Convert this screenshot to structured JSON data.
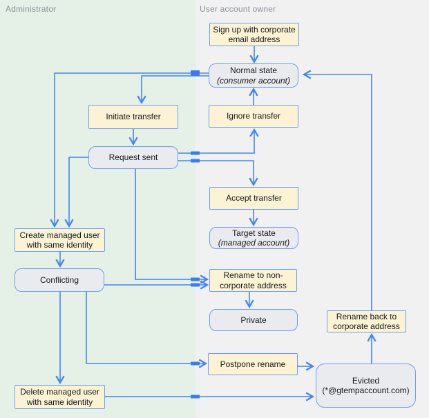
{
  "lanes": {
    "administrator": {
      "label": "Administrator"
    },
    "user_account_owner": {
      "label": "User account owner"
    }
  },
  "nodes": {
    "signup": {
      "label": "Sign up with corporate\nemail address"
    },
    "normal": {
      "title": "Normal state",
      "subtitle": "(consumer account)"
    },
    "initiate": {
      "label": "Initiate transfer"
    },
    "ignore": {
      "label": "Ignore transfer"
    },
    "request": {
      "label": "Request sent"
    },
    "accept": {
      "label": "Accept transfer"
    },
    "target": {
      "title": "Target state",
      "subtitle": "(managed account)"
    },
    "create": {
      "label": "Create managed user\nwith same identity"
    },
    "conflicting": {
      "label": "Conflicting"
    },
    "rename_non": {
      "label": "Rename to non-\ncorporate address"
    },
    "private": {
      "label": "Private"
    },
    "postpone": {
      "label": "Postpone rename"
    },
    "rename_back": {
      "label": "Rename back to\ncorporate address"
    },
    "evicted": {
      "label": "Evicted\n(*@gtempaccount.com)"
    },
    "delete": {
      "label": "Delete managed user\nwith same identity"
    }
  },
  "connections": [
    {
      "from": "signup",
      "to": "normal"
    },
    {
      "from": "ignore",
      "to": "normal"
    },
    {
      "from": "normal",
      "to": "create"
    },
    {
      "from": "normal",
      "to": "initiate"
    },
    {
      "from": "initiate",
      "to": "request"
    },
    {
      "from": "request",
      "to": "ignore"
    },
    {
      "from": "request",
      "to": "accept"
    },
    {
      "from": "request",
      "to": "create"
    },
    {
      "from": "request",
      "to": "rename_non"
    },
    {
      "from": "accept",
      "to": "target"
    },
    {
      "from": "create",
      "to": "conflicting"
    },
    {
      "from": "conflicting",
      "to": "rename_non"
    },
    {
      "from": "conflicting",
      "to": "delete"
    },
    {
      "from": "conflicting",
      "to": "postpone"
    },
    {
      "from": "rename_non",
      "to": "private"
    },
    {
      "from": "postpone",
      "to": "evicted"
    },
    {
      "from": "delete",
      "to": "evicted"
    },
    {
      "from": "evicted",
      "to": "rename_back"
    },
    {
      "from": "rename_back",
      "to": "normal"
    }
  ],
  "colors": {
    "lane_admin_bg": "#e5f1e7",
    "lane_user_bg": "#f1f1f2",
    "action_fill": "#fbf3d3",
    "state_fill": "#e9ebef",
    "node_border": "#6b9df4",
    "edge_blue": "#4285f4",
    "crossing_marker_blue": "#3b7bf2",
    "lane_label_gray": "#8b9096"
  }
}
